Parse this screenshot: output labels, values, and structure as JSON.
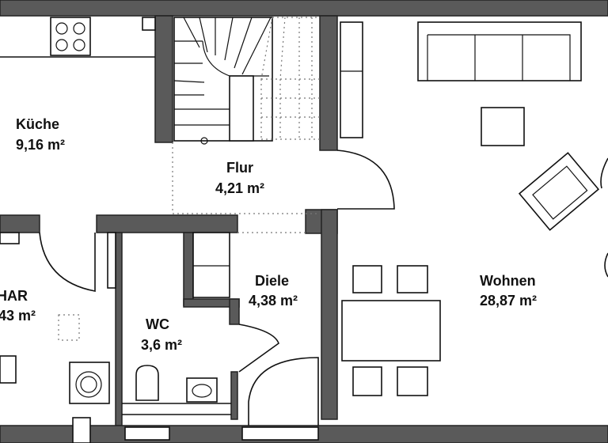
{
  "rooms": {
    "kueche": {
      "name": "Küche",
      "area": "9,16 m²"
    },
    "flur": {
      "name": "Flur",
      "area": "4,21 m²"
    },
    "diele": {
      "name": "Diele",
      "area": "4,38 m²"
    },
    "wc": {
      "name": "WC",
      "area": "3,6 m²"
    },
    "wohnen": {
      "name": "Wohnen",
      "area": "28,87 m²"
    },
    "har": {
      "name": "HAR",
      "area": "43 m²"
    }
  },
  "colors": {
    "wall": "#5a5a5a",
    "line": "#111111",
    "dotted": "#777777",
    "background": "#ffffff"
  }
}
